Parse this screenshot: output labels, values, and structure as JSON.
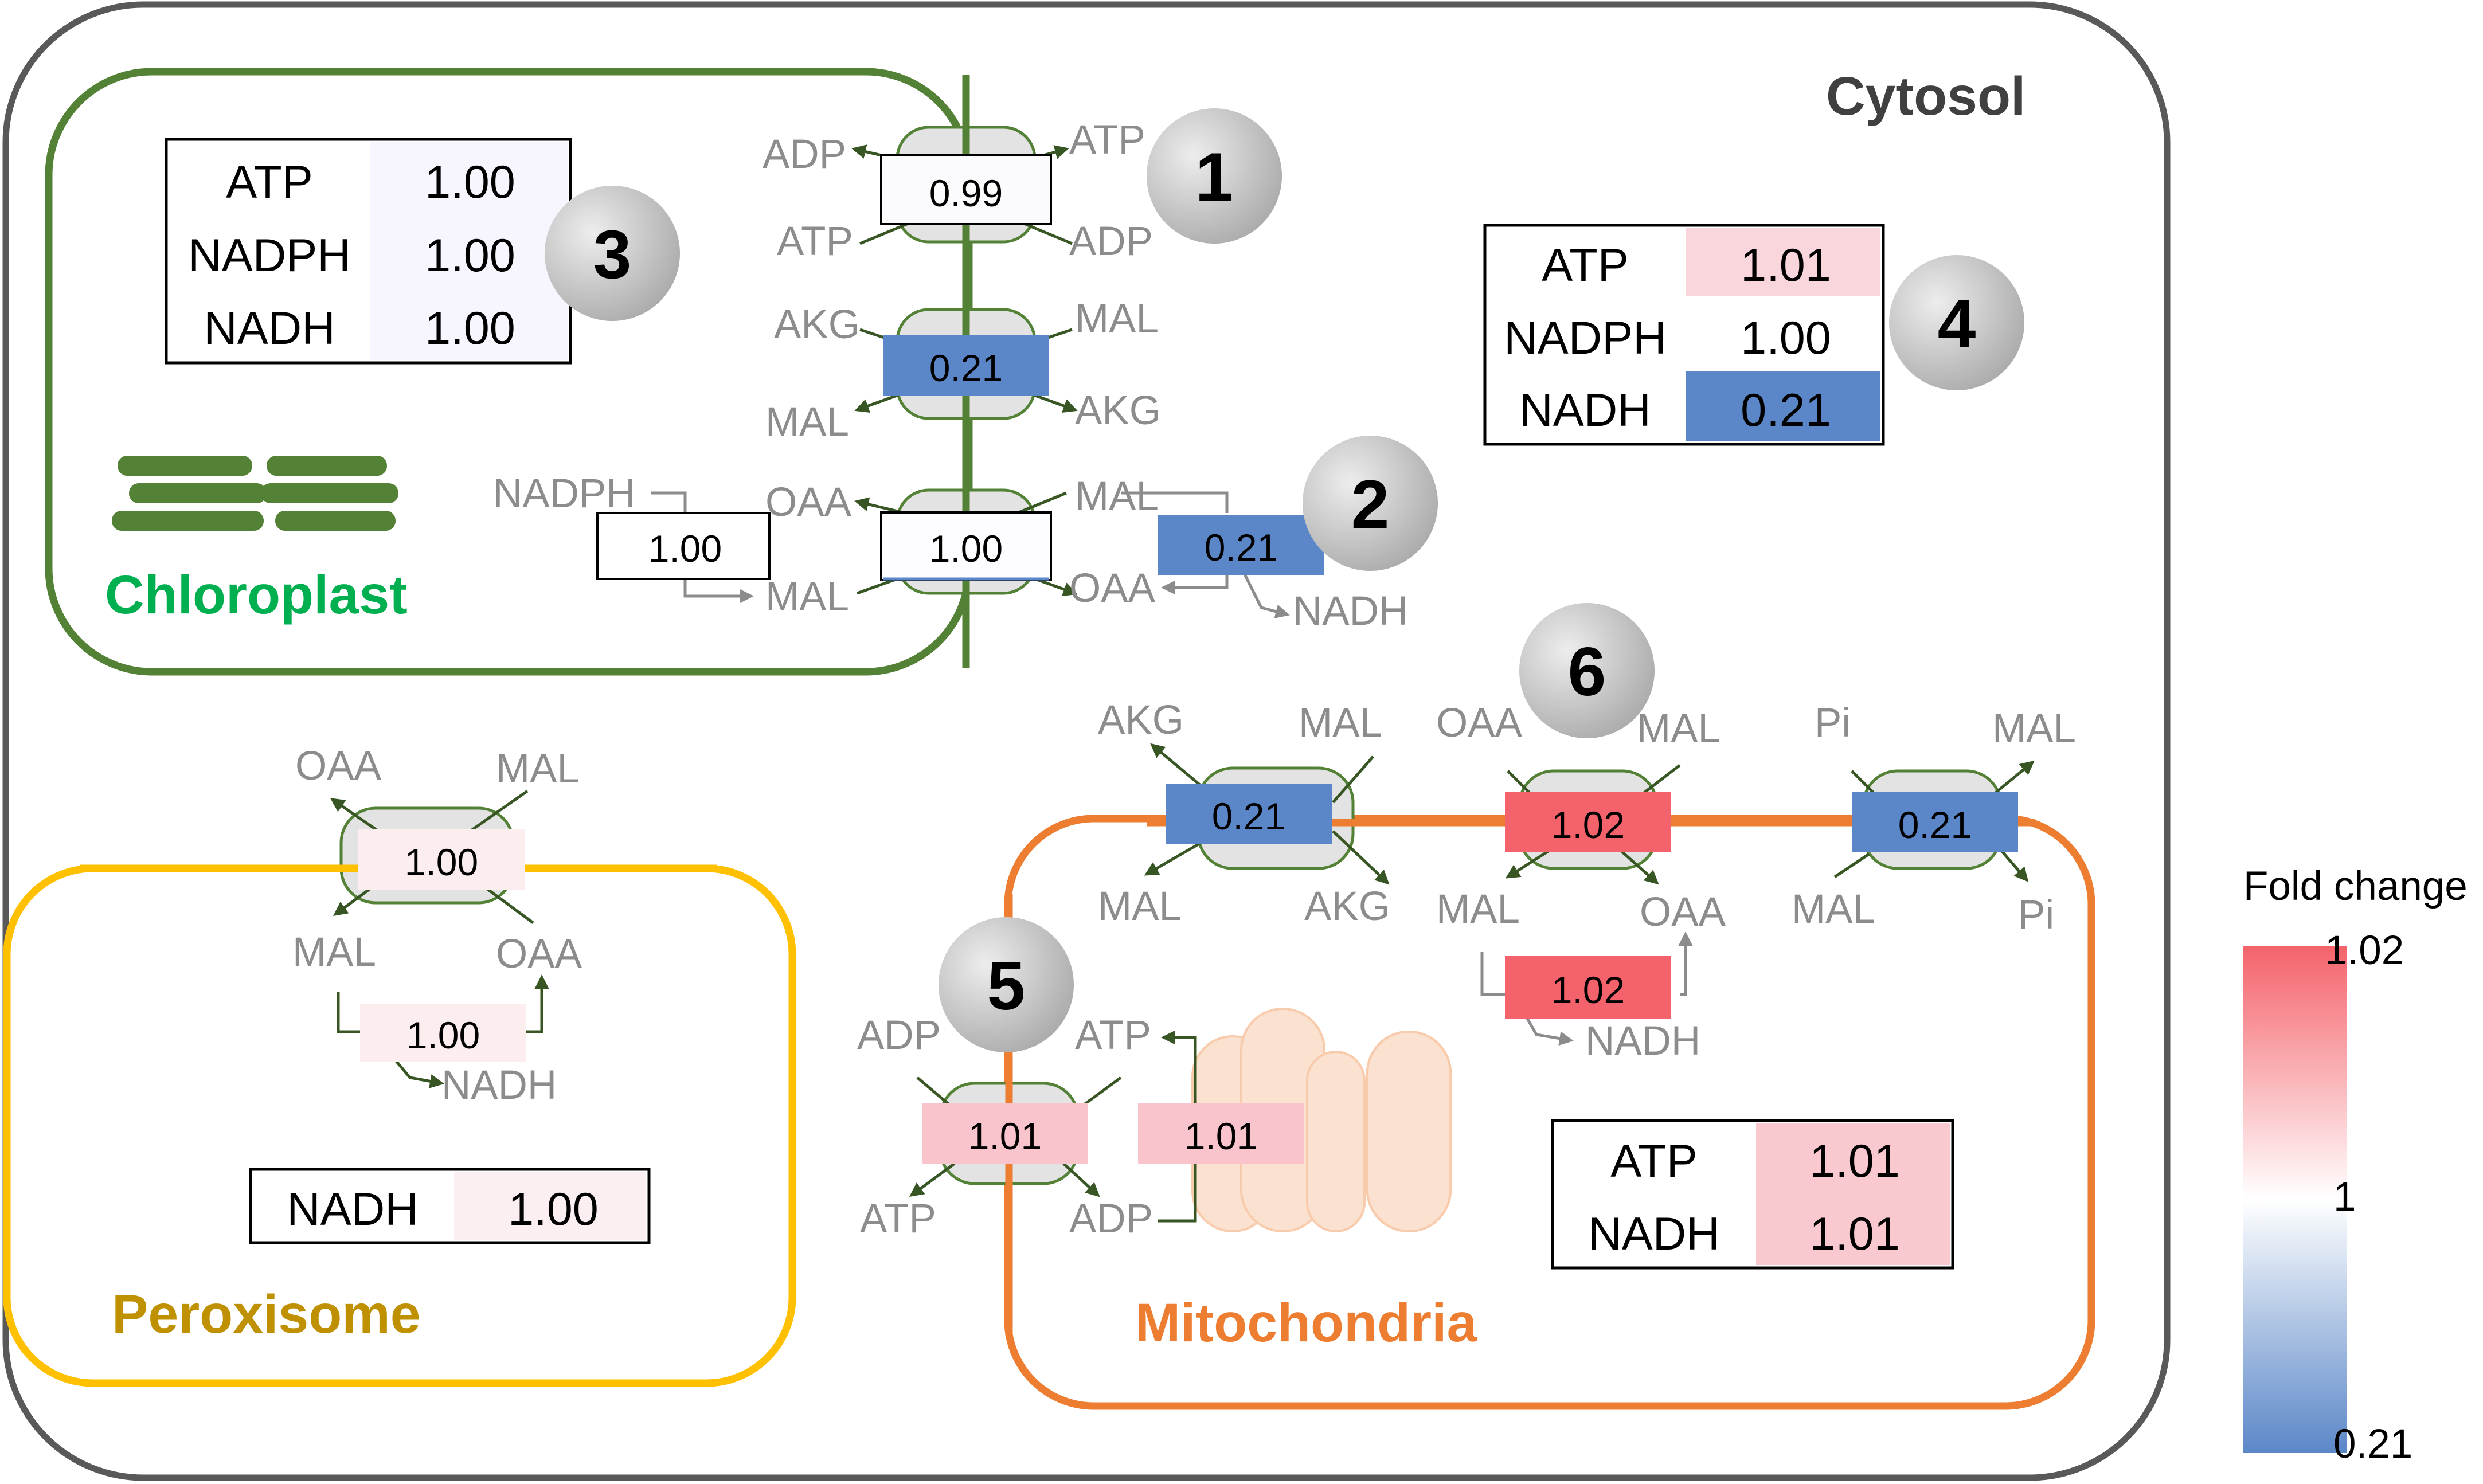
{
  "colors": {
    "cytosol_border": "#595959",
    "chloroplast": "#538135",
    "chloroplast_label": "#00b050",
    "peroxisome": "#ffc000",
    "peroxisome_label": "#bf9000",
    "mitochondria": "#ed7d31",
    "mitochondria_label": "#ed7d31",
    "arrow": "#375623",
    "metabolite_label": "#8c8c8c",
    "high": "#f4636b",
    "mid": "#ffffff",
    "low": "#5b87c8",
    "badge": "#c8c8c8"
  },
  "compartments": {
    "cytosol": "Cytosol",
    "chloroplast": "Chloroplast",
    "peroxisome": "Peroxisome",
    "mitochondria": "Mitochondria"
  },
  "badges": [
    "1",
    "2",
    "3",
    "4",
    "5",
    "6"
  ],
  "metabolites": {
    "adp": "ADP",
    "atp": "ATP",
    "akg": "AKG",
    "mal": "MAL",
    "oaa": "OAA",
    "nadph": "NADPH",
    "nadh": "NADH",
    "pi": "Pi"
  },
  "fold_values": {
    "t1_atp_adp": "0.99",
    "t1_akg_mal": "0.21",
    "t2_oaa_mal": "1.00",
    "chl_mdh": "1.00",
    "cyt_mdh": "0.21",
    "per_oaa_mal": "1.00",
    "per_mdh": "1.00",
    "mit_akg_mal": "0.21",
    "mit_oaa_mal": "1.02",
    "mit_pi_mal": "0.21",
    "mit_mdh": "1.02",
    "mit_atp_adp": "1.01",
    "mit_atp_synthase": "1.01"
  },
  "tables": {
    "chloroplast": [
      {
        "name": "ATP",
        "value": "1.00",
        "color": "#f7f5fd"
      },
      {
        "name": "NADPH",
        "value": "1.00",
        "color": "#fbfbfe"
      },
      {
        "name": "NADH",
        "value": "1.00",
        "color": "#f7f5fd"
      }
    ],
    "cytosol": [
      {
        "name": "ATP",
        "value": "1.01",
        "color": "#f9d6dc"
      },
      {
        "name": "NADPH",
        "value": "1.00",
        "color": "#ffffff"
      },
      {
        "name": "NADH",
        "value": "0.21",
        "color": "#5b87c8"
      }
    ],
    "peroxisome": [
      {
        "name": "NADH",
        "value": "1.00",
        "color": "#fceff1"
      }
    ],
    "mitochondria": [
      {
        "name": "ATP",
        "value": "1.01",
        "color": "#f9c9cf"
      },
      {
        "name": "NADH",
        "value": "1.01",
        "color": "#f9c9cf"
      }
    ]
  },
  "legend": {
    "title": "Fold change",
    "max": "1.02",
    "mid": "1",
    "min": "0.21"
  }
}
